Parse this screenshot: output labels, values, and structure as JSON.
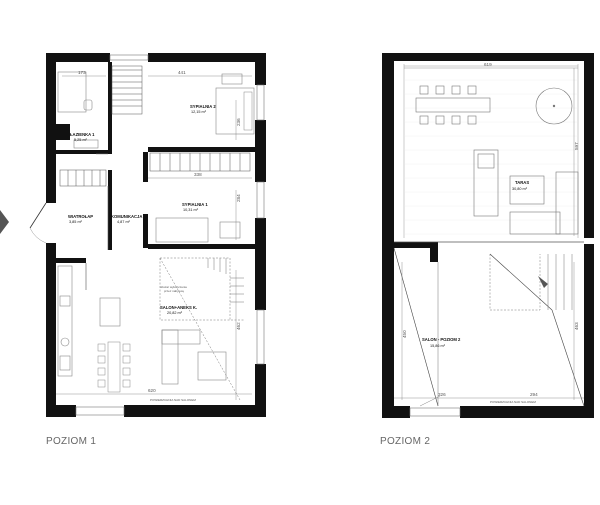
{
  "floors": [
    {
      "title": "POZIOM 1",
      "rooms": {
        "lazienka": {
          "name": "ŁAZIENKA 1",
          "area": "5,25 m²"
        },
        "sypialnia2": {
          "name": "SYPIALNIA 2",
          "area": "12,15 m²"
        },
        "sypialnia1": {
          "name": "SYPIALNIA 1",
          "area": "10,31 m²"
        },
        "wiatrolap": {
          "name": "WIATROŁAP",
          "area": "3,85 m²"
        },
        "komunikacja": {
          "name": "KOMUNIKACJA",
          "area": "4,87 m²"
        },
        "salon": {
          "name": "SALON+ANEKS K.",
          "area": "20,82 m²"
        }
      },
      "dimensions": {
        "d173": "173",
        "d441": "441",
        "d338": "338",
        "d284": "284",
        "d236": "236",
        "d462": "462",
        "d620": "620"
      },
      "notes": {
        "stair_note_1": "obszar wykończenie",
        "stair_note_2": "przez nabywcę",
        "bottom_note": "POWIERZCHNIA NAD SALONEM"
      }
    },
    {
      "title": "POZIOM 2",
      "rooms": {
        "taras": {
          "name": "TARAS",
          "area": "30,80 m²"
        },
        "salon2": {
          "name": "SALON - POZIOM 2",
          "area": "15,86 m²"
        }
      },
      "dimensions": {
        "d619": "619",
        "d597": "597",
        "d450": "450",
        "d463": "463",
        "d326": "326",
        "d294": "294"
      },
      "notes": {
        "bottom_note": "POWIERZCHNIA NAD SALONEM"
      }
    }
  ],
  "colors": {
    "wall": "#111111",
    "line": "#444444",
    "furniture": "#888888",
    "glass": "#cccccc"
  },
  "icons": {
    "nav": "chevron-left-icon"
  }
}
